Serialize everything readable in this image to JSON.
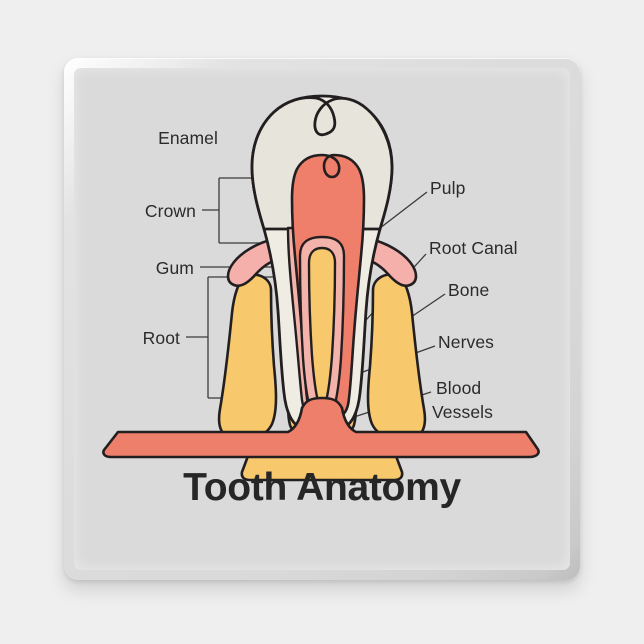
{
  "product": {
    "type": "square-fridge-magnet",
    "background_color": "#f0efef",
    "face_color": "#dadada"
  },
  "diagram": {
    "title": "Tooth Anatomy",
    "line_color": "#2b2b2b",
    "colors": {
      "enamel": "#e7e4dc",
      "dentin": "#efece4",
      "pulp": "#ef7f6a",
      "nerve": "#f4b3aa",
      "gum": "#f5b0ab",
      "bone": "#f7c86c",
      "blood_vessels": "#ee7f6b",
      "outline": "#231f20"
    },
    "labels": {
      "enamel": "Enamel",
      "crown": "Crown",
      "gum": "Gum",
      "root": "Root",
      "pulp": "Pulp",
      "root_canal": "Root Canal",
      "bone": "Bone",
      "nerves": "Nerves",
      "blood_vessels_line1": "Blood",
      "blood_vessels_line2": "Vessels"
    }
  }
}
